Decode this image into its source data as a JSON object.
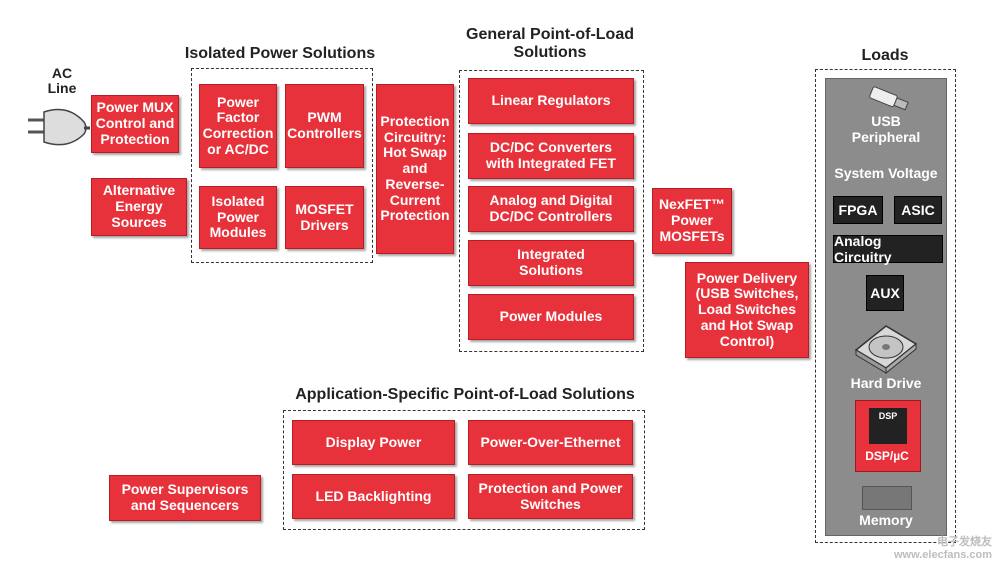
{
  "ac_line": "AC\nLine",
  "isolated_title": "Isolated Power Solutions",
  "general_title": "General Point-of-Load\nSolutions",
  "loads_title": "Loads",
  "app_title": "Application-Specific Point-of-Load Solutions",
  "left": {
    "mux": "Power MUX\nControl and\nProtection",
    "alt": "Alternative\nEnergy\nSources"
  },
  "isolated": {
    "pfc": "Power\nFactor\nCorrection\nor AC/DC",
    "pwm": "PWM\nControllers",
    "iso_mod": "Isolated\nPower\nModules",
    "mosfet_drv": "MOSFET\nDrivers"
  },
  "protection": "Protection\nCircuitry:\nHot Swap\nand\nReverse-\nCurrent\nProtection",
  "general": {
    "linear": "Linear Regulators",
    "dcdc": "DC/DC Converters\nwith Integrated FET",
    "analog": "Analog and Digital\nDC/DC Controllers",
    "integrated": "Integrated\nSolutions",
    "modules": "Power Modules"
  },
  "nexfet": "NexFET™\nPower\nMOSFETs",
  "power_delivery": "Power Delivery\n(USB Switches,\nLoad Switches\nand Hot Swap\nControl)",
  "app": {
    "display": "Display Power",
    "poe": "Power-Over-Ethernet",
    "led": "LED Backlighting",
    "protect": "Protection and Power\nSwitches"
  },
  "supervisors": "Power Supervisors\nand Sequencers",
  "loads": {
    "usb": "USB\nPeripheral",
    "sysv": "System Voltage",
    "fpga": "FPGA",
    "asic": "ASIC",
    "analog": "Analog Circuitry",
    "aux": "AUX",
    "hdd": "Hard Drive",
    "dsp_chip": "DSP",
    "dsp": "DSP/µC",
    "memory": "Memory"
  },
  "watermark": "电子发烧友\nwww.elecfans.com"
}
